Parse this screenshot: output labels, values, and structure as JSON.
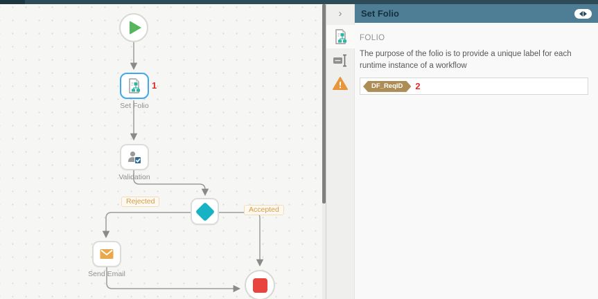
{
  "canvas": {
    "nodes": [
      {
        "id": "start",
        "type": "start-event",
        "label": ""
      },
      {
        "id": "set_folio",
        "type": "set-folio-step",
        "label": "Set Folio",
        "selected": true
      },
      {
        "id": "validation",
        "type": "task-step",
        "label": "Validation"
      },
      {
        "id": "decision",
        "type": "decision-step",
        "label": ""
      },
      {
        "id": "send_email",
        "type": "email-step",
        "label": "Send Email"
      },
      {
        "id": "end",
        "type": "end-event",
        "label": ""
      }
    ],
    "edges": {
      "rejected_label": "Rejected",
      "accepted_label": "Accepted"
    },
    "annotations": {
      "set_folio": "1"
    }
  },
  "panel": {
    "title": "Set Folio",
    "collapse_glyph": "›",
    "section_title": "FOLIO",
    "description": "The purpose of the folio is to provide a unique label for each runtime instance of a workflow",
    "folio_field": {
      "tag": "DF_ReqID",
      "annotation": "2"
    },
    "sidebar_icons": [
      "folio-properties",
      "rename",
      "warnings"
    ]
  },
  "colors": {
    "header_teal": "#4e7e96",
    "topbar_dark": "#2e4c58",
    "selection_blue": "#41a8ee",
    "start_green": "#56b65e",
    "decision_teal": "#17b2c4",
    "end_red": "#e8453f",
    "email_orange": "#e9a84c",
    "warning_orange": "#e8963c",
    "token_bronze": "#ae8c56",
    "annotation_red": "#e02b2b",
    "edge_label_orange": "#d59a4a"
  }
}
